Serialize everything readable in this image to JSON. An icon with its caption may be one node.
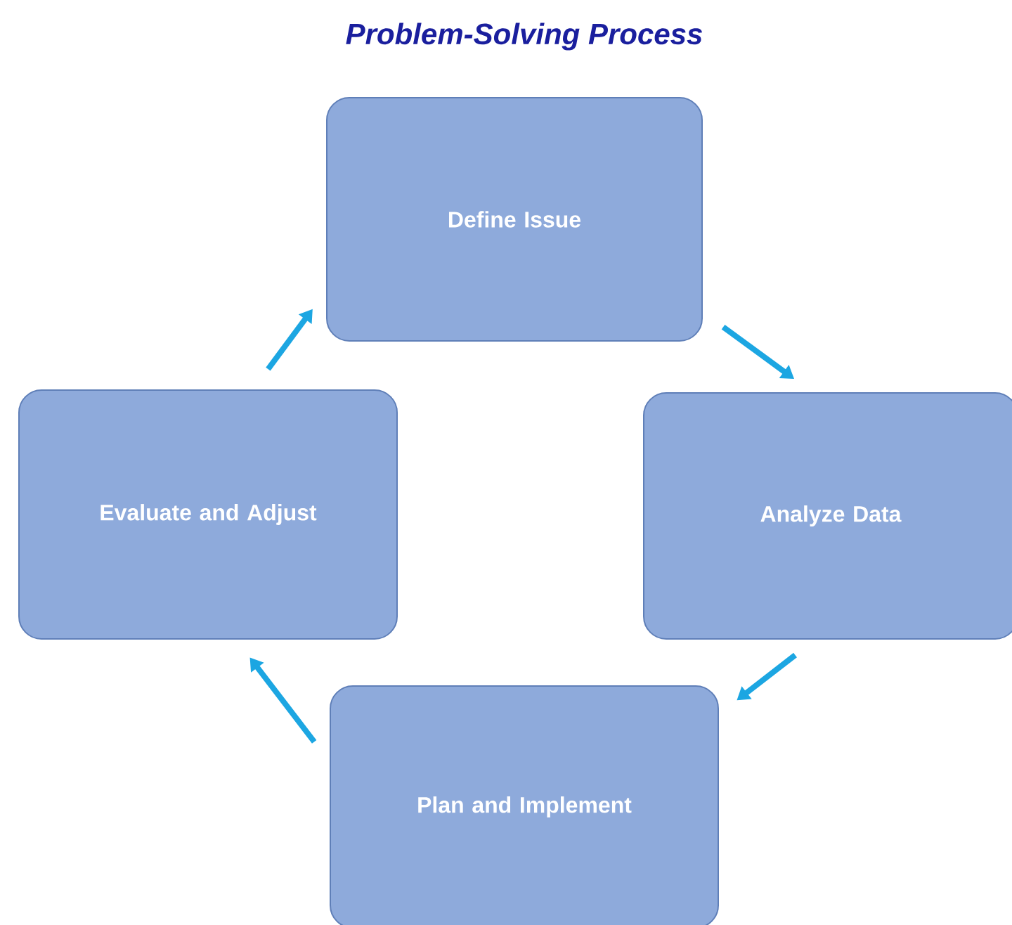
{
  "diagram": {
    "title": "Problem-Solving Process",
    "nodes": [
      {
        "text": [
          "Define Issue"
        ]
      },
      {
        "text": [
          "Analyze Data"
        ]
      },
      {
        "text": [
          "Plan and Implement"
        ]
      },
      {
        "text": [
          "Evaluate and Adjust"
        ]
      }
    ],
    "edges": [
      {
        "from": 3,
        "to": 0,
        "arrow": "to"
      },
      {
        "from": 0,
        "to": 1,
        "arrow": "to"
      },
      {
        "from": 1,
        "to": 2,
        "arrow": "to"
      },
      {
        "from": 2,
        "to": 3,
        "arrow": "to"
      }
    ]
  }
}
